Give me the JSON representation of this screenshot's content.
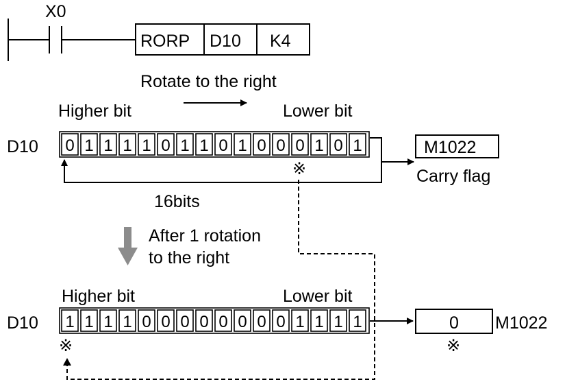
{
  "ladder": {
    "contact_label": "X0",
    "instruction": "RORP",
    "operand1": "D10",
    "operand2": "K4"
  },
  "top_register": {
    "direction_text": "Rotate to the right",
    "higher_label": "Higher bit",
    "lower_label": "Lower bit",
    "register_label": "D10",
    "bits": [
      "0",
      "1",
      "1",
      "1",
      "1",
      "0",
      "1",
      "1",
      "0",
      "1",
      "0",
      "0",
      "0",
      "1",
      "0",
      "1"
    ],
    "carry_box": "M1022",
    "carry_text": "Carry flag",
    "width_text": "16bits",
    "mark": "※"
  },
  "transition": {
    "line1": "After 1 rotation",
    "line2": "to the right"
  },
  "bottom_register": {
    "higher_label": "Higher bit",
    "lower_label": "Lower bit",
    "register_label": "D10",
    "bits": [
      "1",
      "1",
      "1",
      "1",
      "0",
      "0",
      "0",
      "0",
      "0",
      "0",
      "0",
      "0",
      "1",
      "1",
      "1",
      "1"
    ],
    "carry_value": "0",
    "carry_label": "M1022",
    "mark": "※"
  }
}
